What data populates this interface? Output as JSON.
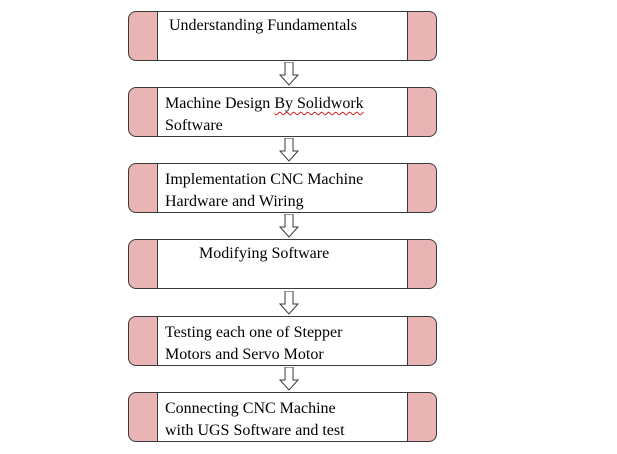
{
  "flow_steps": [
    {
      "line1": "Understanding Fundamentals",
      "line2": ""
    },
    {
      "line1": "Machine Design By Solidwork",
      "line2": "Software"
    },
    {
      "line1": "Implementation CNC Machine",
      "line2": "Hardware and Wiring"
    },
    {
      "line1": "Modifying Software",
      "line2": ""
    },
    {
      "line1": "Testing each one of Stepper",
      "line2": "Motors and Servo Motor"
    },
    {
      "line1": "Connecting CNC Machine",
      "line2": "with UGS Software and test"
    }
  ],
  "colors": {
    "side_panel": "#e8b4b4",
    "border": "#3a3a3a",
    "background": "#ffffff"
  },
  "icons": {
    "connector": "hollow-down-arrow-icon"
  }
}
